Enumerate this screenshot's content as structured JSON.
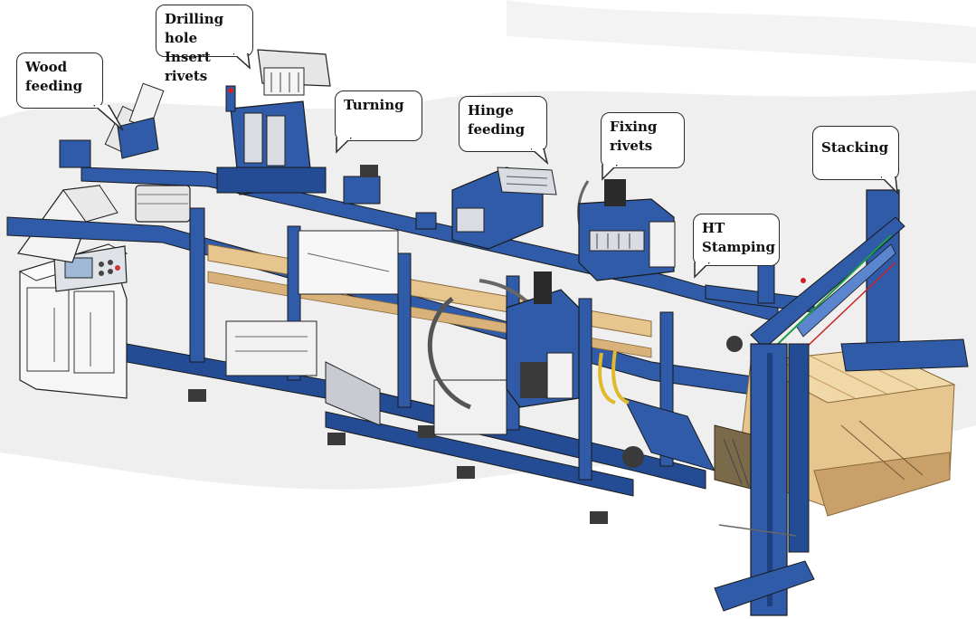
{
  "colors": {
    "frame": "#2f5ba8",
    "frame_dark": "#1e3f80",
    "frame_light": "#5b86cf",
    "steel": "#d9dde3",
    "wood": "#e6c58f",
    "wood_dark": "#b98a52",
    "outline": "#1a1a1a",
    "backdrop": "#ededed"
  },
  "callouts": {
    "wood_feeding": "Wood\nfeeding",
    "drilling": "Drilling hole\nInsert rivets",
    "turning": "Turning",
    "hinge_feeding": "Hinge\nfeeding",
    "fixing_rivets": "Fixing\nrivets",
    "ht_stamping": "HT\nStamping",
    "stacking": "Stacking"
  }
}
